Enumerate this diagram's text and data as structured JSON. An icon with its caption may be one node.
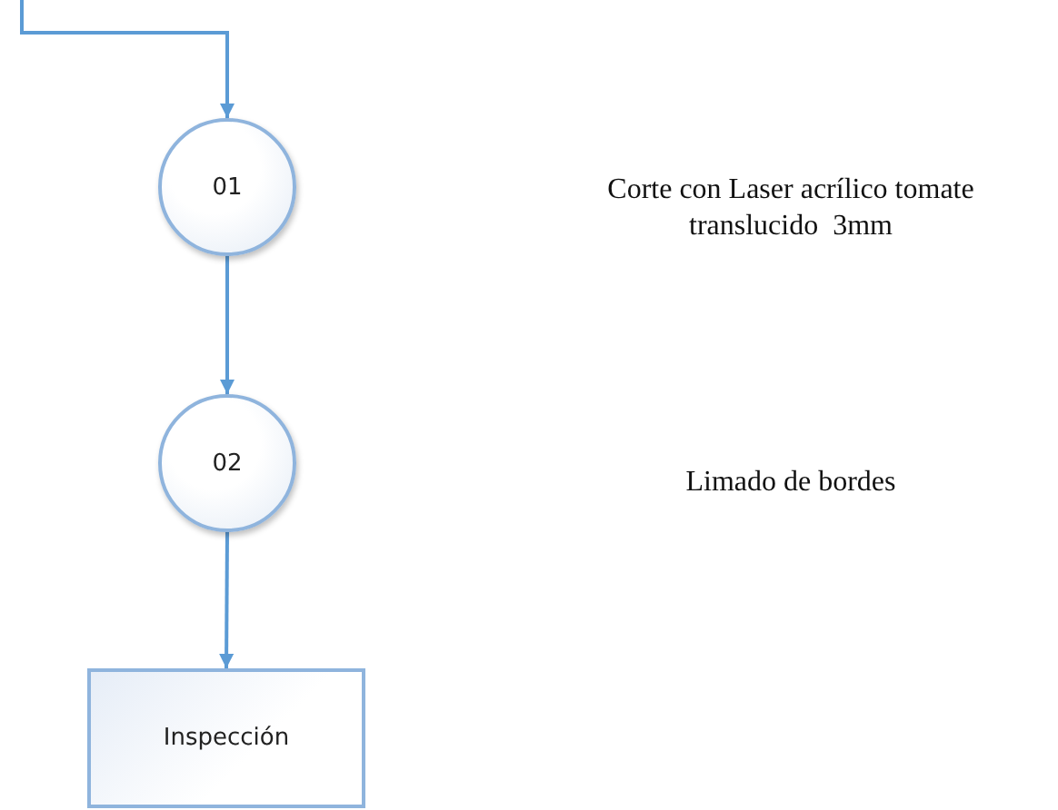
{
  "diagram": {
    "nodes": [
      {
        "text": [
          "01"
        ]
      },
      {
        "text": [
          "02"
        ]
      },
      {
        "text": [
          "Inspección"
        ]
      }
    ],
    "edges": [
      {
        "from": null,
        "to": 0,
        "arrow": "to"
      },
      {
        "from": 0,
        "to": 1,
        "arrow": "to"
      },
      {
        "from": 1,
        "to": 2,
        "arrow": "to"
      }
    ],
    "labels": [
      "Corte con Laser acrílico tomate translucido  3mm",
      "Limado de bordes"
    ]
  }
}
